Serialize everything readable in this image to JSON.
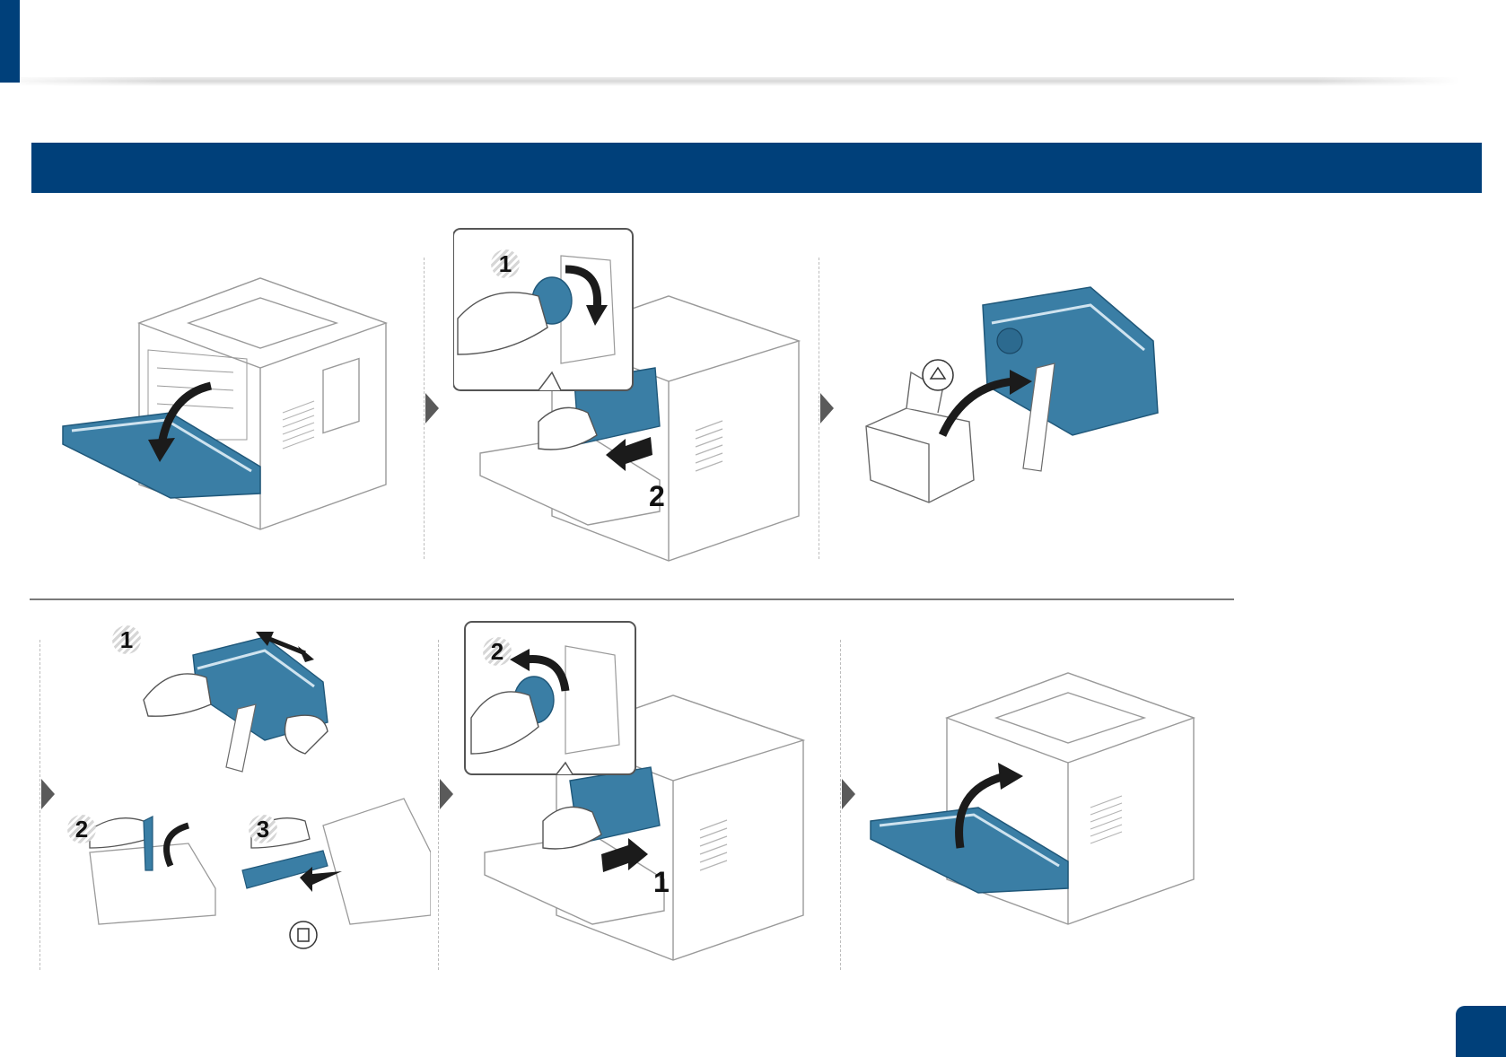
{
  "header": {
    "title": "",
    "page_number": ""
  },
  "section": {
    "title": ""
  },
  "steps_row1": [
    {
      "id": "step-open-cover",
      "callouts": []
    },
    {
      "id": "step-remove-cartridge",
      "callouts": [
        "1",
        "2"
      ]
    },
    {
      "id": "step-unpack-new-cartridge",
      "callouts": []
    }
  ],
  "steps_row2": [
    {
      "id": "step-shake-and-peel",
      "callouts": [
        "1",
        "2",
        "3"
      ]
    },
    {
      "id": "step-insert-cartridge",
      "callouts": [
        "2",
        "1"
      ]
    },
    {
      "id": "step-close-cover",
      "callouts": []
    }
  ],
  "icons": [
    "recycle-icon",
    "trash-icon",
    "rotate-arrow-icon",
    "push-arrow-icon",
    "shake-arrow-icon"
  ],
  "colors": {
    "brand": "#00407a",
    "illustration_accent": "#3a7ea5",
    "rule": "#7a7a7a"
  }
}
